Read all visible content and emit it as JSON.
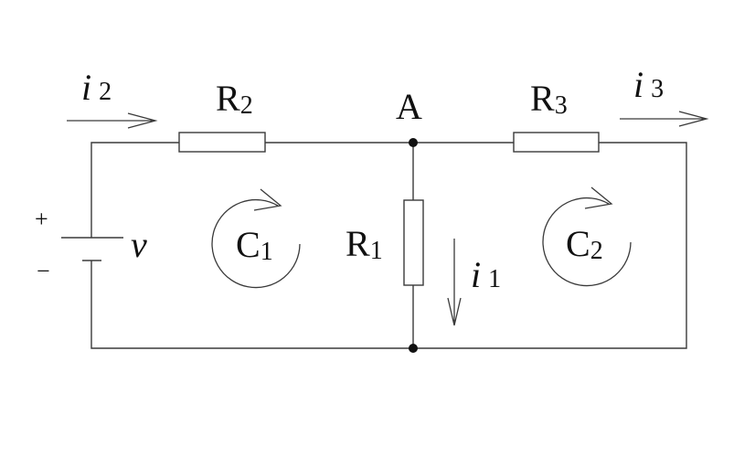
{
  "diagram": {
    "type": "circuit",
    "node": {
      "label": "A"
    },
    "source": {
      "label": "v",
      "plus": "+",
      "minus": "−"
    },
    "resistors": [
      {
        "id": "R1",
        "main": "R",
        "sub": "1"
      },
      {
        "id": "R2",
        "main": "R",
        "sub": "2"
      },
      {
        "id": "R3",
        "main": "R",
        "sub": "3"
      }
    ],
    "currents": [
      {
        "id": "i1",
        "main": "i",
        "sub": "1",
        "direction": "down"
      },
      {
        "id": "i2",
        "main": "i",
        "sub": "2",
        "direction": "right"
      },
      {
        "id": "i3",
        "main": "i",
        "sub": "3",
        "direction": "right"
      }
    ],
    "loops": [
      {
        "id": "C1",
        "main": "C",
        "sub": "1",
        "direction": "clockwise"
      },
      {
        "id": "C2",
        "main": "C",
        "sub": "2",
        "direction": "clockwise"
      }
    ]
  }
}
